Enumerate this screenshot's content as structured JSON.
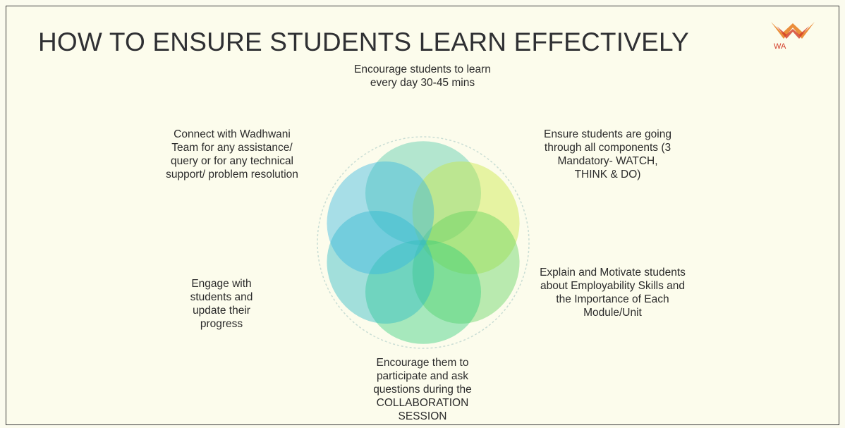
{
  "title": "HOW TO ENSURE STUDENTS LEARN  EFFECTIVELY",
  "logo": {
    "icon": "wadhwani-logo-icon",
    "text": "WA"
  },
  "captions": {
    "top": "Encourage students to learn every day 30-45 mins",
    "top_right": "Ensure students are going through all components (3 Mandatory- WATCH, THINK & DO)",
    "bottom_right": "Explain and Motivate students about Employability Skills and the Importance of Each  Module/Unit",
    "bottom": "Encourage them to participate and ask questions during the COLLABORATION SESSION",
    "bottom_left": "Engage with students and update their progress",
    "top_left": "Connect with Wadhwani Team for any assistance/ query or for any technical support/ problem resolution"
  },
  "colors": {
    "petal_top": "#4fc8a6",
    "petal_top_right": "#c9e83c",
    "petal_right": "#5cd25a",
    "petal_bottom_right": "#2fcc7a",
    "petal_bottom": "#27b8c4",
    "petal_left": "#33b5e0",
    "logo_orange": "#e87a1c",
    "logo_red": "#d23a26"
  }
}
